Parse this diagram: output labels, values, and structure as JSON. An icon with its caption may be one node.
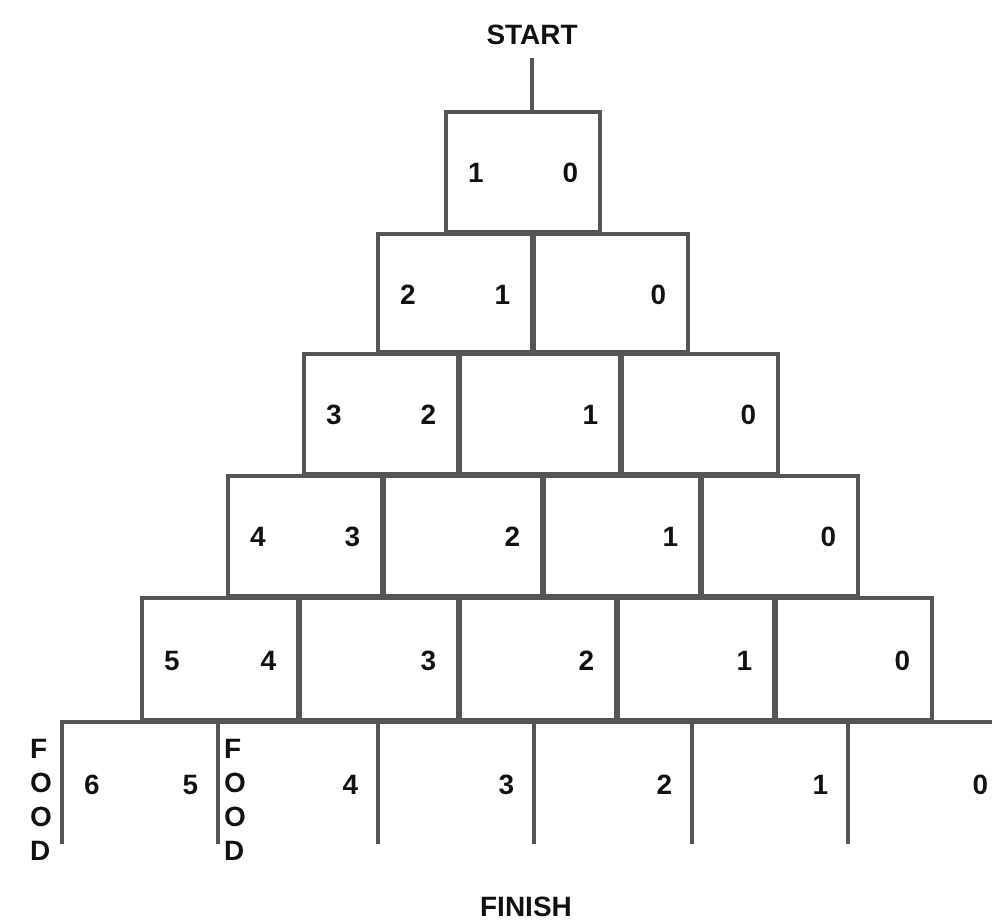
{
  "diagram": {
    "nodes": [
      {
        "text": [
          "START"
        ]
      },
      {
        "text": [
          "1",
          "0"
        ]
      },
      {
        "text": [
          "2",
          "1"
        ]
      },
      {
        "text": [
          "0"
        ]
      },
      {
        "text": [
          "3",
          "2"
        ]
      },
      {
        "text": [
          "1"
        ]
      },
      {
        "text": [
          "0"
        ]
      },
      {
        "text": [
          "4",
          "3"
        ]
      },
      {
        "text": [
          "2"
        ]
      },
      {
        "text": [
          "1"
        ]
      },
      {
        "text": [
          "0"
        ]
      },
      {
        "text": [
          "5",
          "4"
        ]
      },
      {
        "text": [
          "3"
        ]
      },
      {
        "text": [
          "2"
        ]
      },
      {
        "text": [
          "1"
        ]
      },
      {
        "text": [
          "0"
        ]
      },
      {
        "text": [
          "6",
          "5"
        ]
      },
      {
        "text": [
          "4"
        ]
      },
      {
        "text": [
          "3"
        ]
      },
      {
        "text": [
          "2"
        ]
      },
      {
        "text": [
          "1"
        ]
      },
      {
        "text": [
          "0"
        ]
      }
    ],
    "edges": [
      {
        "from": 0,
        "to": 1,
        "arrow": "none"
      }
    ],
    "labels": [
      "FOOD",
      "FOOD",
      "FINISH"
    ]
  }
}
